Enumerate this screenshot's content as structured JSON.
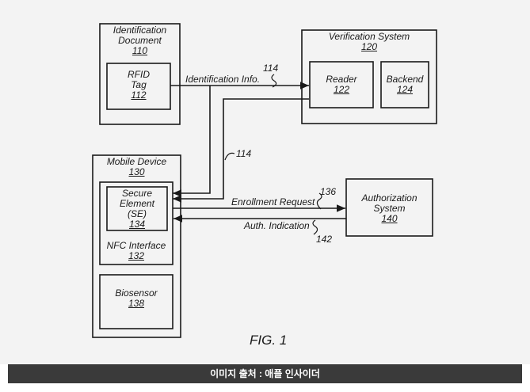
{
  "identification_document": {
    "title_line1": "Identification",
    "title_line2": "Document",
    "ref": "110"
  },
  "rfid_tag": {
    "line1": "RFID",
    "line2": "Tag",
    "ref": "112"
  },
  "verification_system": {
    "title": "Verification System",
    "ref": "120"
  },
  "reader": {
    "title": "Reader",
    "ref": "122"
  },
  "backend": {
    "title": "Backend",
    "ref": "124"
  },
  "mobile_device": {
    "title": "Mobile Device",
    "ref": "130"
  },
  "secure_element": {
    "line1": "Secure",
    "line2": "Element",
    "line3": "(SE)",
    "ref": "134"
  },
  "nfc_interface": {
    "title": "NFC Interface",
    "ref": "132"
  },
  "biosensor": {
    "title": "Biosensor",
    "ref": "138"
  },
  "authorization_system": {
    "line1": "Authorization",
    "line2": "System",
    "ref": "140"
  },
  "arrows": {
    "identification_info": "Identification Info.",
    "ref_114_top": "114",
    "ref_114_mid": "114",
    "enrollment_request": "Enrollment Request",
    "ref_136": "136",
    "auth_indication": "Auth. Indication",
    "ref_142": "142"
  },
  "figure_label": "FIG. 1",
  "caption": "이미지 출처 : 애플 인사이더"
}
